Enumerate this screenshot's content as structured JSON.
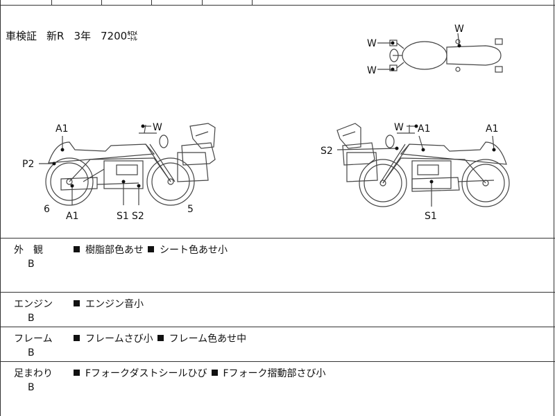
{
  "inspection": {
    "label": "車検証",
    "registration": "新R",
    "years": "3年",
    "mileage": "7200㌖"
  },
  "diagram_labels": {
    "top_view": [
      "W",
      "W",
      "W"
    ],
    "left_view": {
      "a1_upper": "A1",
      "w": "W",
      "p2": "P2",
      "six": "6",
      "a1_lower": "A1",
      "s1": "S1",
      "s2": "S2",
      "five": "5"
    },
    "right_view": {
      "w": "W",
      "a1_left": "A1",
      "a1_right": "A1",
      "s2": "S2",
      "s1": "S1"
    }
  },
  "rows": [
    {
      "category": "外　観",
      "grade": "B",
      "notes": [
        "樹脂部色あせ",
        "シート色あせ小"
      ]
    },
    {
      "category": "エンジン",
      "grade": "B",
      "notes": [
        "エンジン音小"
      ]
    },
    {
      "category": "フレーム",
      "grade": "B",
      "notes": [
        "フレームさび小",
        "フレーム色あせ中"
      ]
    },
    {
      "category": "足まわり",
      "grade": "B",
      "notes": [
        "Fフォークダストシールひび",
        "Fフォーク摺動部さび小"
      ]
    }
  ]
}
